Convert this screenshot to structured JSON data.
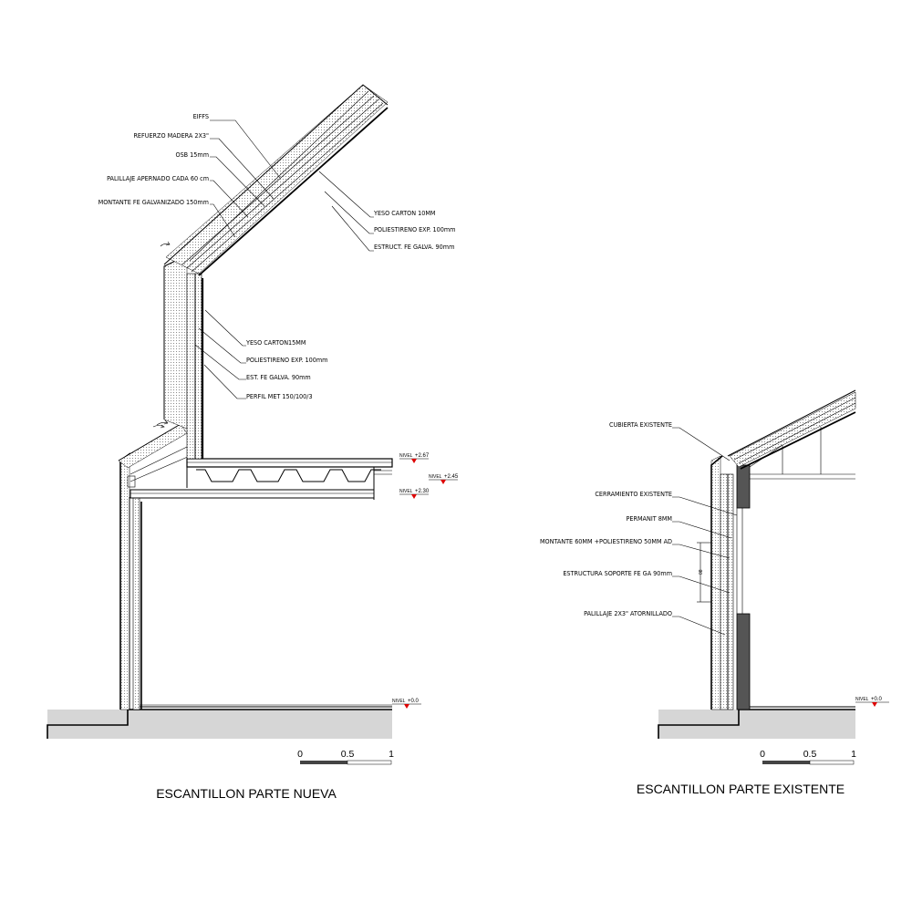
{
  "new_part": {
    "title": "ESCANTILLON PARTE NUEVA",
    "roof_labels_left": [
      "EIFFS",
      "REFUERZO MADERA 2X3\"",
      "OSB 15mm",
      "PALILLAJE APERNADO CADA 60 cm",
      "MONTANTE FE GALVANIZADO 150mm"
    ],
    "roof_labels_right": [
      "YESO CARTON 10MM",
      "POLIESTIRENO EXP. 100mm",
      "ESTRUCT. FE GALVA. 90mm"
    ],
    "wall_labels": [
      "YESO CARTON15MM",
      "POLIESTIRENO EXP. 100mm",
      "EST. FE GALVA. 90mm",
      "PERFIL MET 150/100/3"
    ],
    "levels": [
      {
        "label": "NIVEL",
        "value": "+2.67"
      },
      {
        "label": "NIVEL",
        "value": "+2.45"
      },
      {
        "label": "NIVEL",
        "value": "+2.30"
      },
      {
        "label": "NIVEL",
        "value": "+0.0"
      }
    ],
    "scale": {
      "ticks": [
        "0",
        "0.5",
        "1"
      ]
    }
  },
  "existing_part": {
    "title": "ESCANTILLON PARTE EXISTENTE",
    "labels": [
      "CUBIERTA EXISTENTE",
      "CERRAMIENTO EXISTENTE",
      "PERMANIT 8MM",
      "MONTANTE 60MM +POLIESTIRENO 50MM AD",
      "ESTRUCTURA SOPORTE FE GA 90mm",
      "PALILLAJE 2X3\" ATORNILLADO"
    ],
    "dimension": "08",
    "levels": [
      {
        "label": "NIVEL",
        "value": "+0.0"
      }
    ],
    "scale": {
      "ticks": [
        "0",
        "0.5",
        "1"
      ]
    }
  }
}
